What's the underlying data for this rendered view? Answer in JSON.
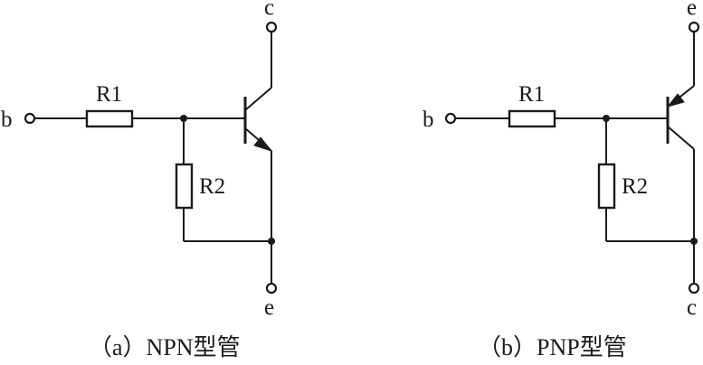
{
  "npn": {
    "caption": "（a）NPN型管",
    "base_label": "b",
    "collector_label": "c",
    "emitter_label": "e",
    "r1_label": "R1",
    "r2_label": "R2"
  },
  "pnp": {
    "caption": "（b）PNP型管",
    "base_label": "b",
    "top_label": "e",
    "bottom_label": "c",
    "r1_label": "R1",
    "r2_label": "R2"
  }
}
